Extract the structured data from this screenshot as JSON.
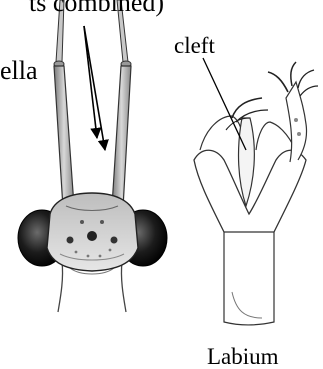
{
  "labels": {
    "top_fragment": "ts combined)",
    "left_fragment": "ella",
    "cleft": "cleft",
    "labium": "Labium"
  }
}
